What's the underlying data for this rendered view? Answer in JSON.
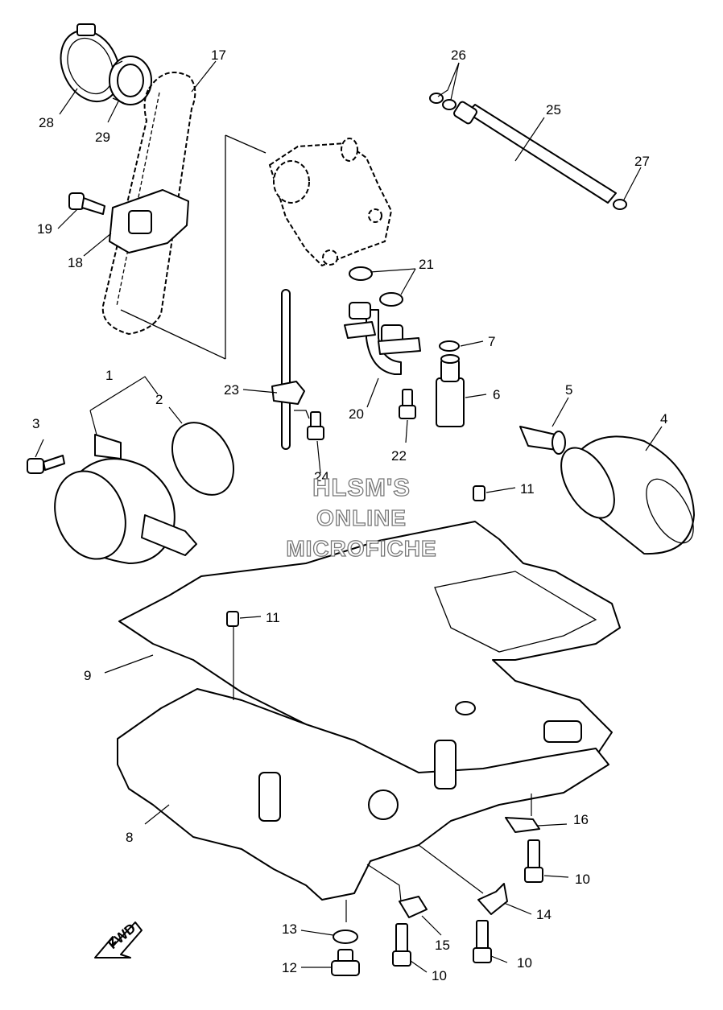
{
  "watermark": {
    "line1": "HLSM'S",
    "line2": "ONLINE",
    "line3": "MICROFICHE"
  },
  "direction_marker": "FWD",
  "callouts": {
    "c1": "1",
    "c2": "2",
    "c3": "3",
    "c4": "4",
    "c5": "5",
    "c6": "6",
    "c7": "7",
    "c8": "8",
    "c9": "9",
    "c10a": "10",
    "c10b": "10",
    "c10c": "10",
    "c11a": "11",
    "c11b": "11",
    "c12": "12",
    "c13": "13",
    "c14": "14",
    "c15": "15",
    "c16": "16",
    "c17": "17",
    "c18": "18",
    "c19": "19",
    "c20": "20",
    "c21": "21",
    "c22": "22",
    "c23": "23",
    "c24": "24",
    "c25": "25",
    "c26": "26",
    "c27": "27",
    "c28": "28",
    "c29": "29"
  }
}
